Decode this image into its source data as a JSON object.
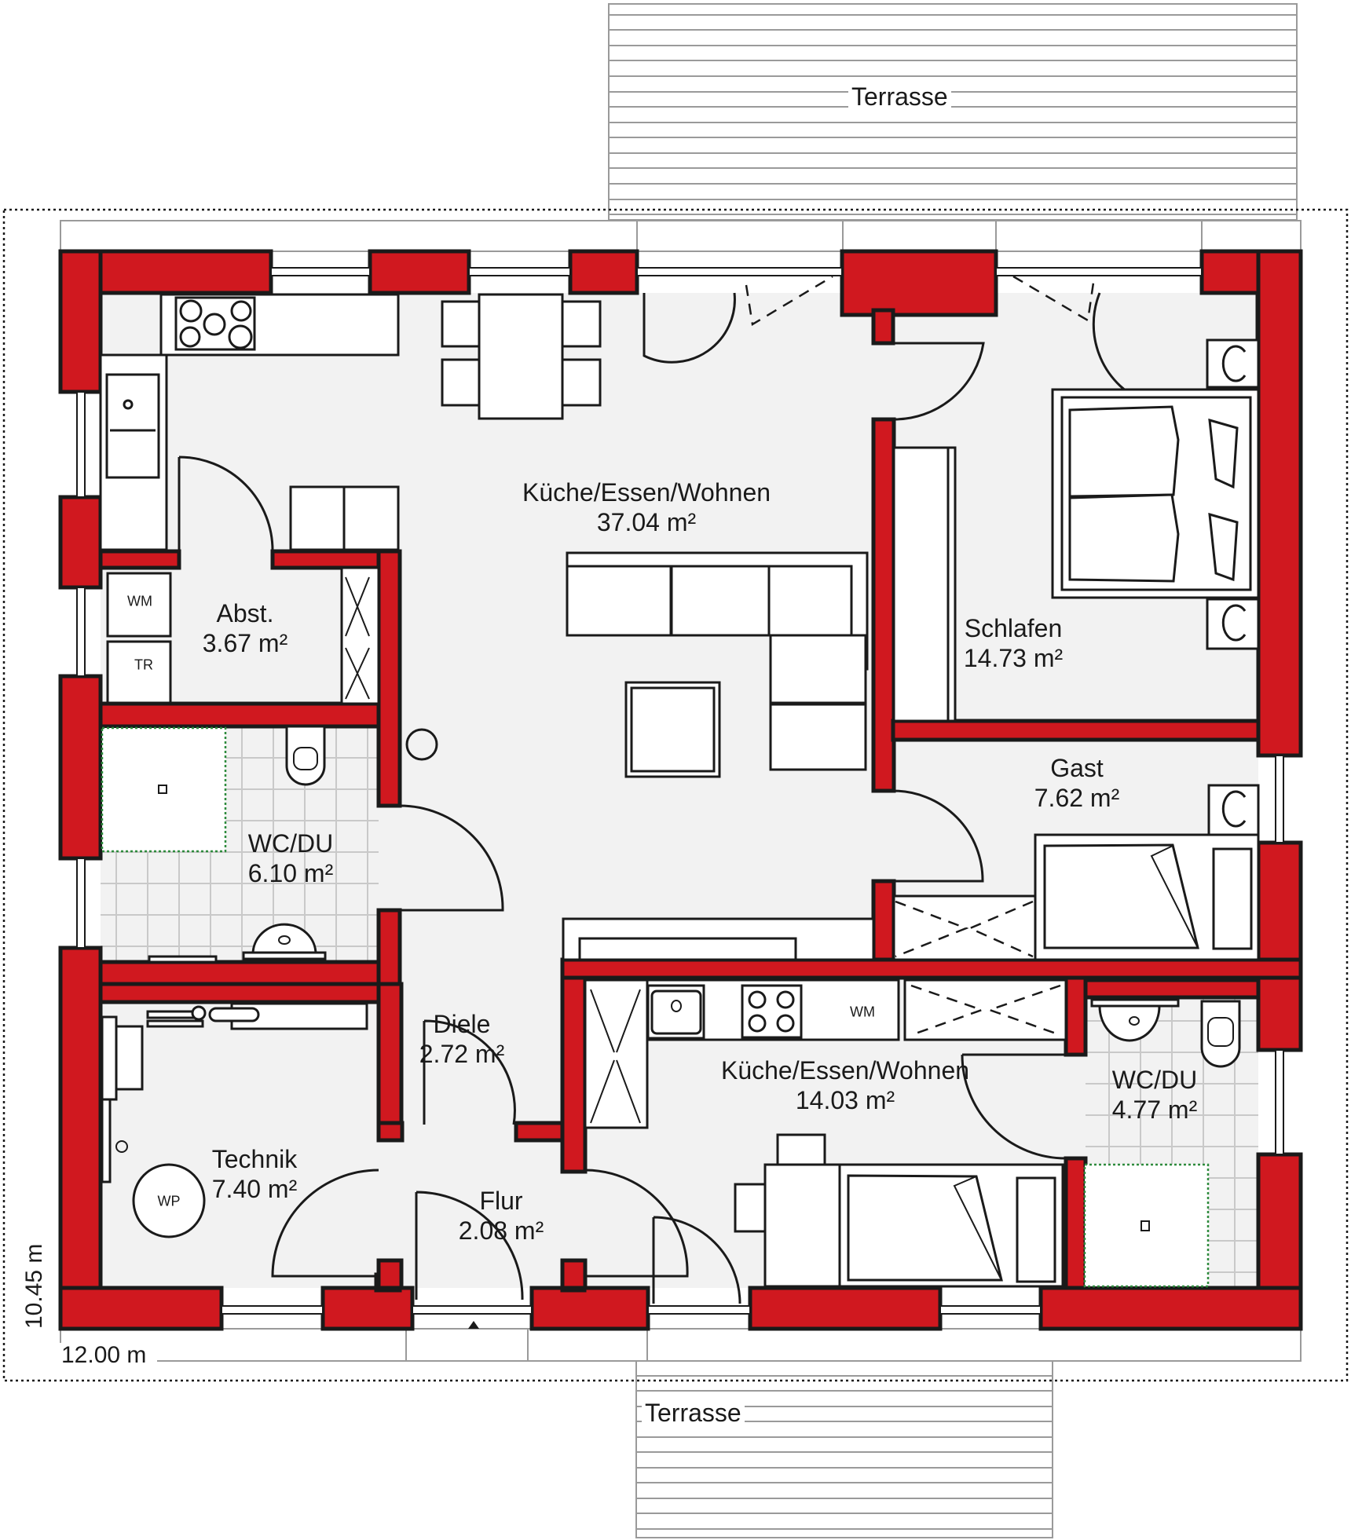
{
  "plan": {
    "wall_color": "#d0181f",
    "floor_color": "#f2f2f2",
    "dimensions": {
      "width": "12.00 m",
      "height": "10.45 m"
    },
    "terraces": [
      {
        "id": "north",
        "label": "Terrasse"
      },
      {
        "id": "south",
        "label": "Terrasse"
      }
    ],
    "rooms": [
      {
        "id": "living-main",
        "name": "Küche/Essen/Wohnen",
        "area": "37.04 m²"
      },
      {
        "id": "storage",
        "name": "Abst.",
        "area": "3.67 m²"
      },
      {
        "id": "bath-west",
        "name": "WC/DU",
        "area": "6.10 m²"
      },
      {
        "id": "bedroom",
        "name": "Schlafen",
        "area": "14.73 m²"
      },
      {
        "id": "guest",
        "name": "Gast",
        "area": "7.62 m²"
      },
      {
        "id": "hall",
        "name": "Diele",
        "area": "2.72 m²"
      },
      {
        "id": "living-south",
        "name": "Küche/Essen/Wohnen",
        "area": "14.03 m²"
      },
      {
        "id": "bath-east",
        "name": "WC/DU",
        "area": "4.77 m²"
      },
      {
        "id": "tech",
        "name": "Technik",
        "area": "7.40 m²"
      },
      {
        "id": "corridor",
        "name": "Flur",
        "area": "2.08 m²"
      }
    ],
    "appliance_labels": {
      "washer": "WM",
      "dryer": "TR",
      "heat_pump": "WP",
      "washer_kitchen": "WM"
    }
  }
}
